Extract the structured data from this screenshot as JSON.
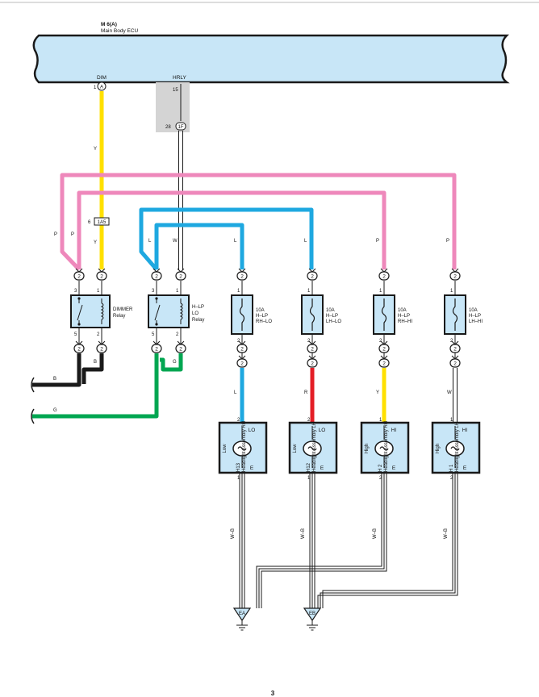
{
  "ecu": {
    "code": "M 6(A)",
    "name": "Main Body ECU"
  },
  "pins": {
    "dim": {
      "name": "DIM",
      "num": "1",
      "conn": "A"
    },
    "hrly": {
      "name": "HRLY",
      "num": "15",
      "joint_num": "28",
      "joint_conn": "1F"
    }
  },
  "junction": {
    "num": "6",
    "code": "1A5"
  },
  "wire_colors": {
    "Y": "Y",
    "P": "P",
    "L": "L",
    "W": "W",
    "B": "B",
    "G": "G",
    "R": "R",
    "WB": "W–B"
  },
  "connector_pin": "2",
  "relays": {
    "dimmer": {
      "line1": "DIMMER",
      "line2": "Relay",
      "pins": [
        "3",
        "1",
        "5",
        "2"
      ]
    },
    "hlp": {
      "line1": "H–LP",
      "line2": "LO",
      "line3": "Relay",
      "pins": [
        "3",
        "1",
        "5",
        "2"
      ]
    }
  },
  "fuses": [
    {
      "amp": "10A",
      "l2": "H–LP",
      "l3": "RH–LO",
      "p1": "1",
      "p2": "2"
    },
    {
      "amp": "10A",
      "l2": "H–LP",
      "l3": "LH–LO",
      "p1": "1",
      "p2": "2"
    },
    {
      "amp": "10A",
      "l2": "H–LP",
      "l3": "RH–HI",
      "p1": "1",
      "p2": "2"
    },
    {
      "amp": "10A",
      "l2": "H–LP",
      "l3": "LH–HI",
      "p1": "1",
      "p2": "2"
    }
  ],
  "headlights": [
    {
      "mode": "LO",
      "side": "Low",
      "e": "E",
      "code": "H13",
      "desc": "Headlight Assembly RH",
      "top": "2",
      "bottom": "1"
    },
    {
      "mode": "LO",
      "side": "Low",
      "e": "E",
      "code": "H12",
      "desc": "Headlight Assembly LH",
      "top": "2",
      "bottom": "1"
    },
    {
      "mode": "HI",
      "side": "High",
      "e": "E",
      "code": "H 2",
      "desc": "Headlight Assembly RH",
      "top": "1",
      "bottom": "2"
    },
    {
      "mode": "HI",
      "side": "High",
      "e": "E",
      "code": "H 1",
      "desc": "Headlight Assembly LH",
      "top": "1",
      "bottom": "2"
    }
  ],
  "grounds": [
    "EA",
    "EB"
  ],
  "page_number": "3",
  "colors": {
    "ecu_fill": "#c8e6f7",
    "yellow": "#ffe000",
    "pink": "#ee88bb",
    "blue": "#1ea8e0",
    "green": "#00a651",
    "red": "#e41e26",
    "black": "#1a1a1a",
    "component_fill": "#c8e6f7",
    "gray_band": "#d4d4d4"
  }
}
